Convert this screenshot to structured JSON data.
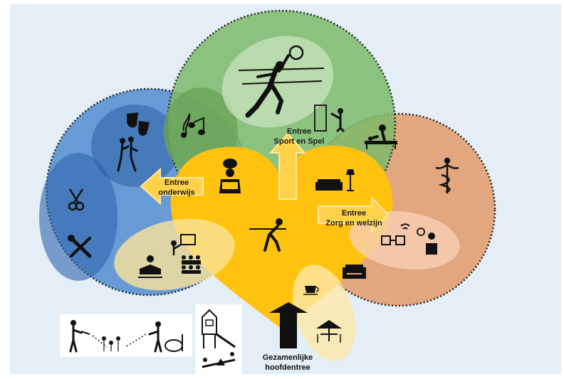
{
  "colors": {
    "background_panel": "#e3eef7",
    "green_zone": "#7dba6a",
    "blue_zone": "#3f7fc9",
    "orange_zone": "#e39a6b",
    "heart": "#ffc20e",
    "arrow_fill": "#ffd24a",
    "arrow_stroke": "#ffe9a0",
    "icon": "#111111"
  },
  "labels": {
    "entrance_education": [
      "Entree",
      "onderwijs"
    ],
    "entrance_sport": [
      "Entree",
      "Sport en Spel"
    ],
    "entrance_care": [
      "Entree",
      "Zorg en welzijn"
    ],
    "main_entrance": [
      "Gezamenlijke",
      "hoofdentree"
    ]
  },
  "icons": {
    "volleyball": "volleyball-player-icon",
    "music": "music-notes-icon",
    "coach": "coach-board-icon",
    "massage": "massage-icon",
    "caduceus": "caduceus-icon",
    "theater": "theater-masks-icon",
    "dance": "dance-couple-icon",
    "scissors": "scissors-icon",
    "tools": "wrench-screwdriver-icon",
    "chef": "chef-icon",
    "sofa_lamp": "sofa-lamp-icon",
    "billiards": "billiards-player-icon",
    "wifi_meeting": "wifi-meeting-icon",
    "counselling": "counselling-icon",
    "armchair": "armchair-icon",
    "coffee": "coffee-cup-icon",
    "terrace": "terrace-table-icon",
    "reading": "reading-icon",
    "classroom": "classroom-icon",
    "gardening": "gardening-icon",
    "playground": "playground-icon"
  }
}
